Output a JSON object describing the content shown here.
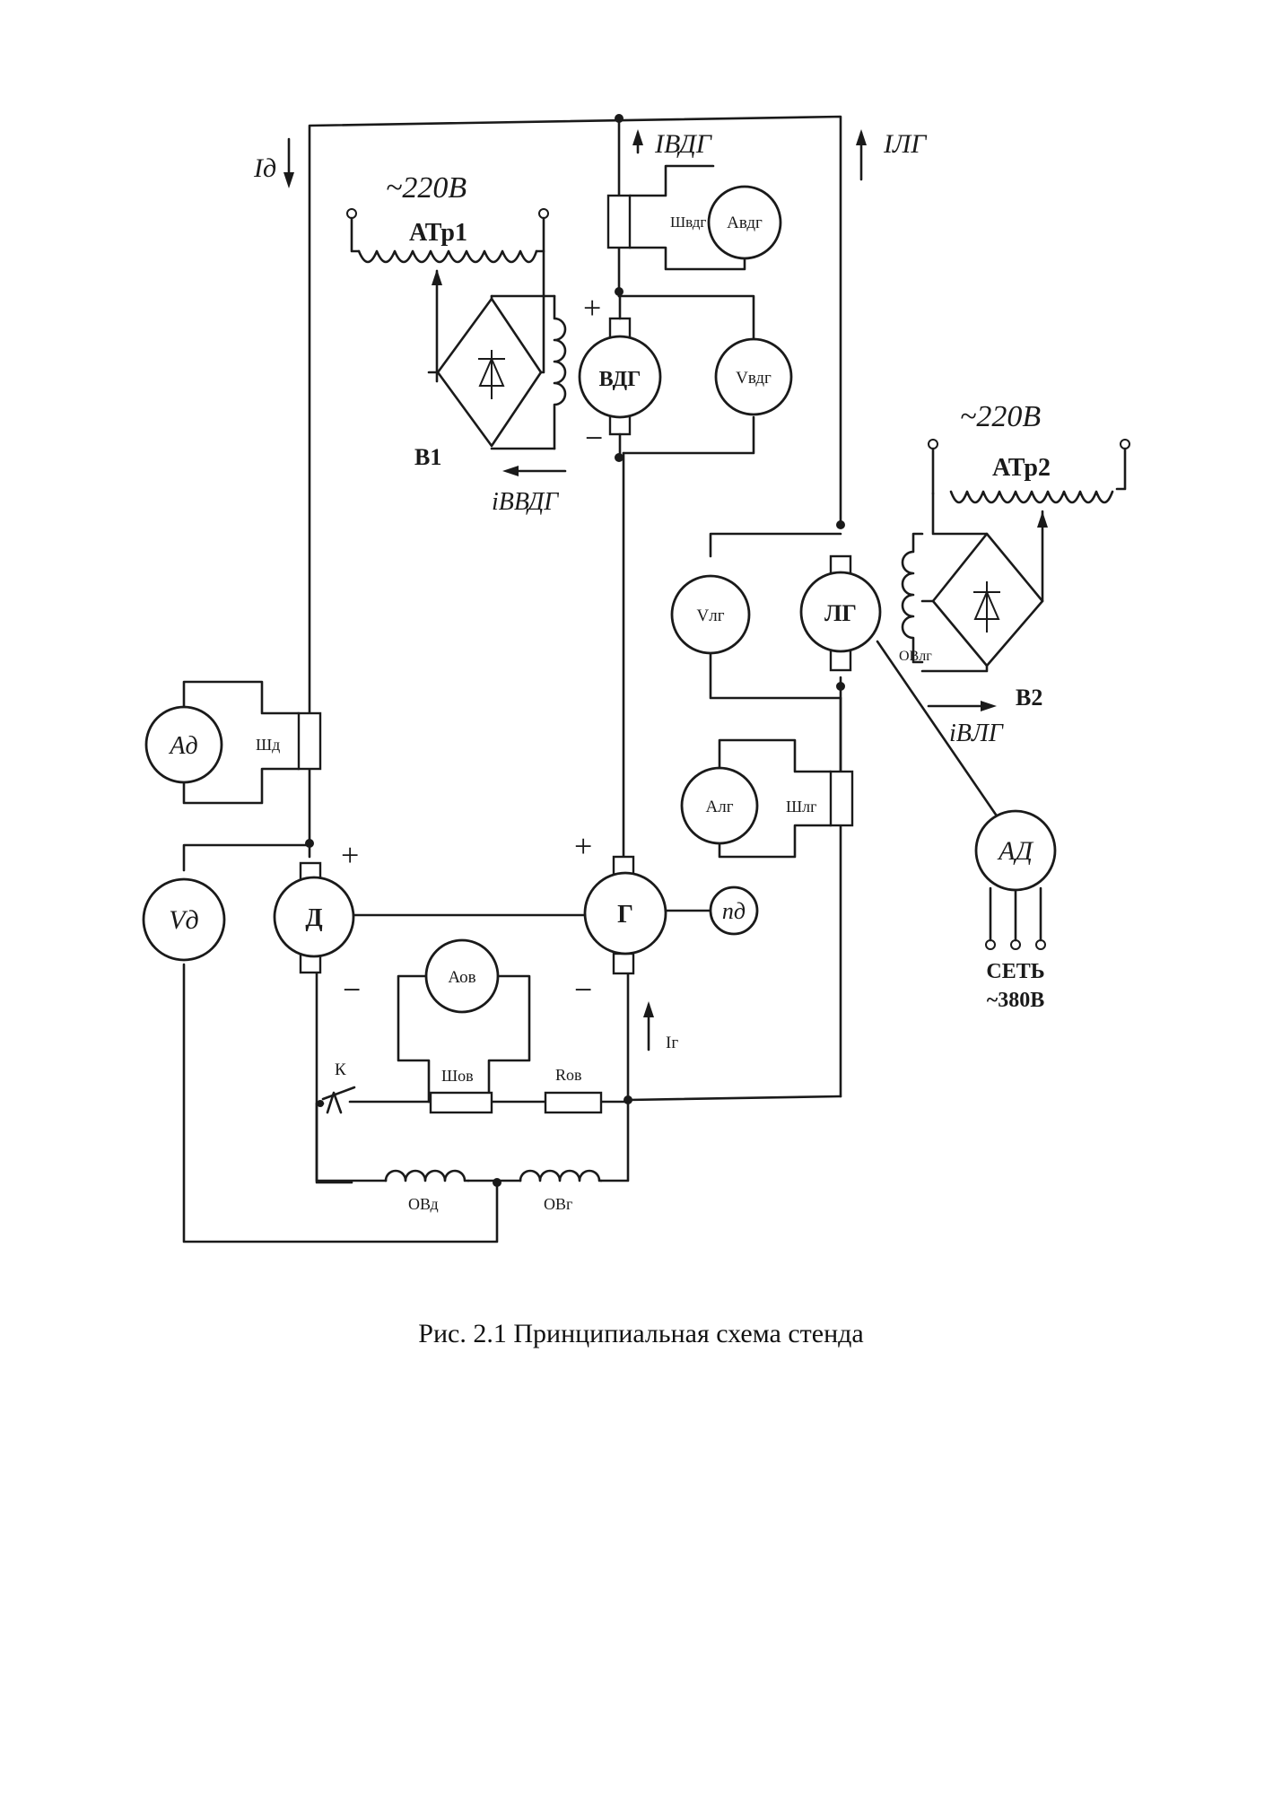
{
  "caption": "Рис. 2.1 Принципиальная схема стенда",
  "labels": {
    "current_d": "Iд",
    "current_vdg": "IВДГ",
    "current_lg": "IЛГ",
    "current_vvdg": "iВВДГ",
    "current_vlg": "iВЛГ",
    "current_g": "Iг",
    "supply1": "~220В",
    "supply2": "~220В",
    "atr1": "АТр1",
    "atr2": "АТр2",
    "rectifier1": "В1",
    "rectifier2": "В2",
    "network": "СЕТЬ",
    "network_voltage": "~380В",
    "switch_k": "К",
    "plus": "+",
    "minus": "−"
  },
  "machines": {
    "vdg": "ВДГ",
    "lg": "ЛГ",
    "d": "Д",
    "g": "Г",
    "ad": "АД"
  },
  "meters": {
    "a_vdg": "Авдг",
    "v_vdg": "Vвдг",
    "v_lg": "Vлг",
    "a_lg": "Алг",
    "a_d": "Ад",
    "v_d": "Vд",
    "a_ov": "Аов",
    "n_d": "nд"
  },
  "components": {
    "sh_vdg": "Швдг",
    "sh_lg": "Шлг",
    "sh_d": "Шд",
    "sh_ov": "Шов",
    "r_ov": "Rов",
    "ov_lg": "ОВлг",
    "ov_d": "ОВд",
    "ov_g": "ОВг"
  }
}
